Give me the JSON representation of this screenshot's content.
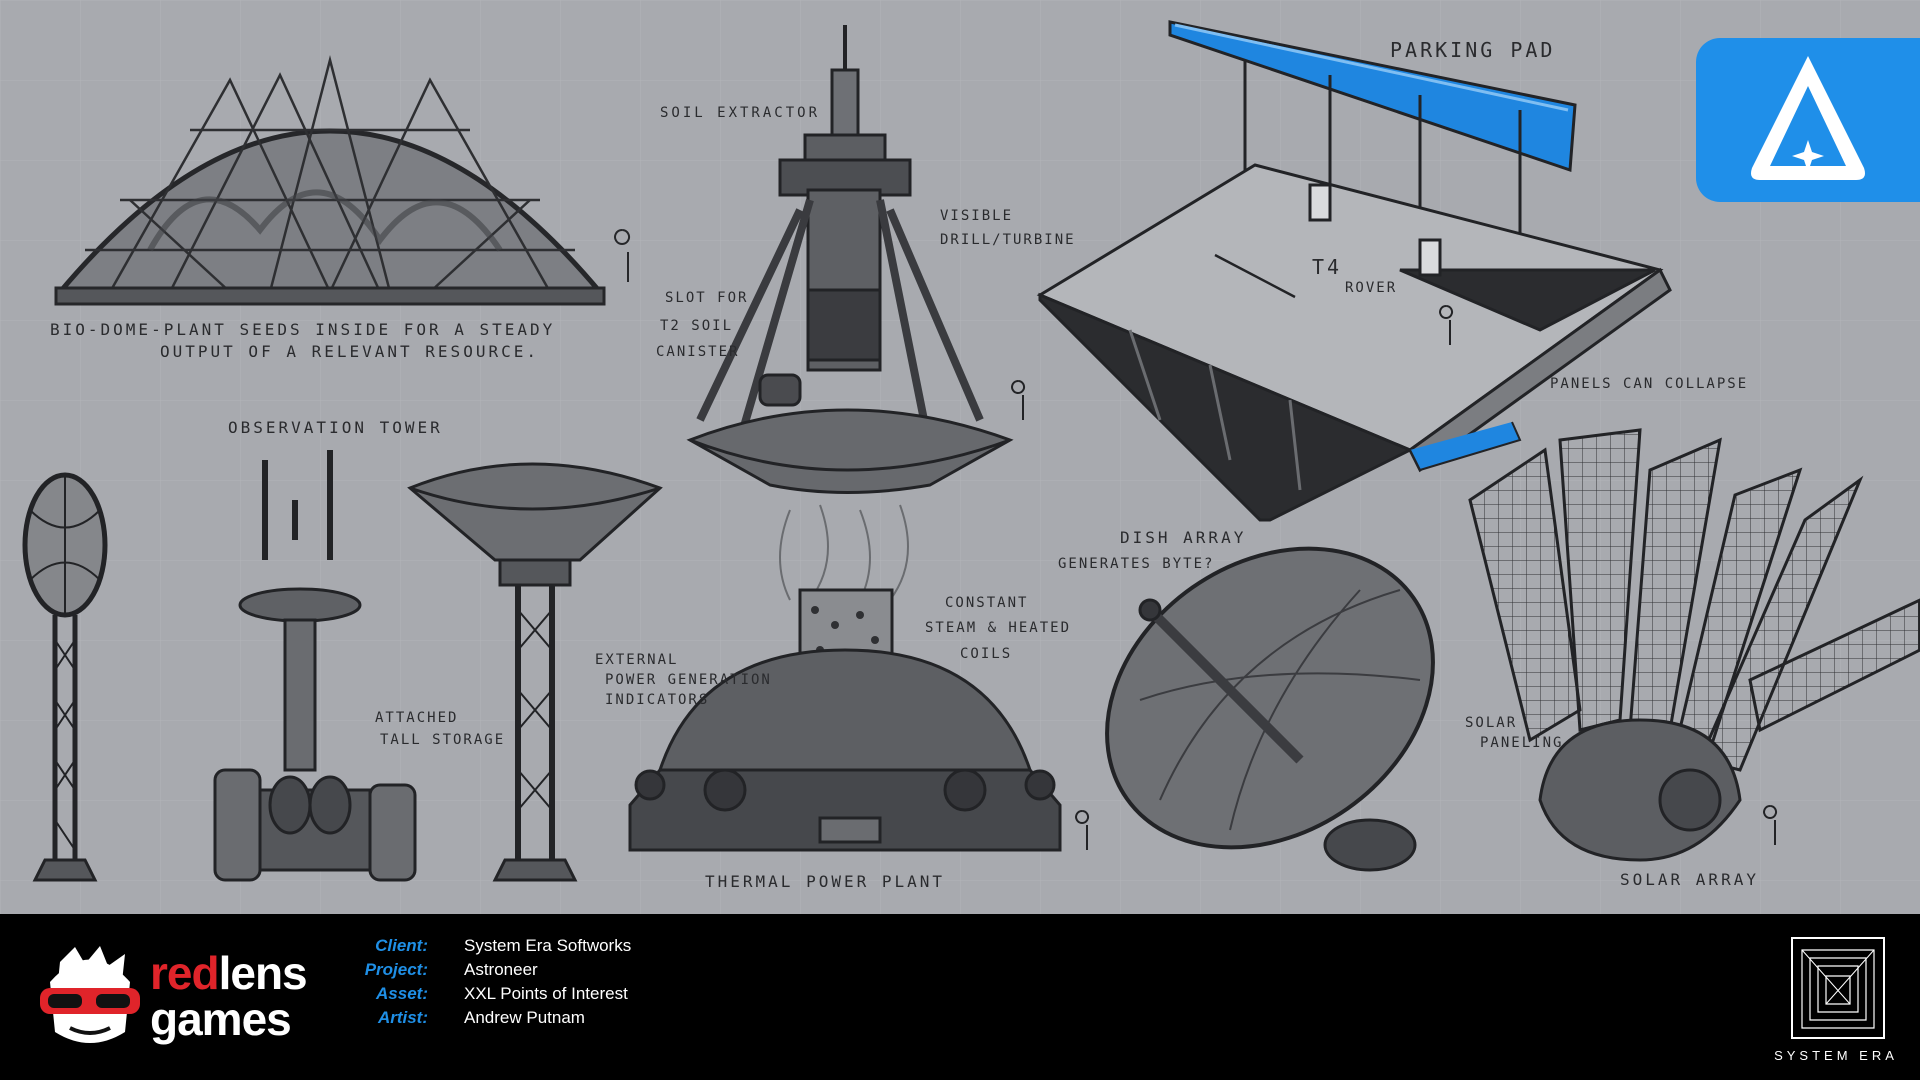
{
  "labels": {
    "biodome": "Bio-Dome-Plant seeds inside for a steady",
    "biodome2": "output of a relevant resource.",
    "soil_extractor": "Soil extractor",
    "slot": "Slot for",
    "slot2": "T2 soil",
    "slot3": "canister",
    "drill": "visible",
    "drill2": "drill/turbine",
    "parking": "Parking pad",
    "rover": "T4",
    "rover2": "Rover",
    "observation": "Observation tower",
    "attached": "attached",
    "attached2": "tall storage",
    "thermal": "Thermal power plant",
    "external": "External",
    "external2": "power generation",
    "external3": "indicators",
    "steam": "constant",
    "steam2": "steam & heated",
    "steam3": "coils",
    "dish": "Dish array",
    "dish2": "generates byte?",
    "panels": "Panels can collapse",
    "solar_paneling": "Solar",
    "solar_paneling2": "paneling",
    "solar": "Solar array"
  },
  "footer": {
    "brand_red": "red",
    "brand_lens": "lens",
    "brand_games": "games",
    "credits": [
      {
        "label": "Client:",
        "value": "System Era Softworks"
      },
      {
        "label": "Project:",
        "value": "Astroneer"
      },
      {
        "label": "Asset:",
        "value": "XXL Points of Interest"
      },
      {
        "label": "Artist:",
        "value": "Andrew Putnam"
      }
    ],
    "system_era": "SYSTEM ERA"
  },
  "colors": {
    "sheet": "#a8aaaf",
    "ink": "#2a2b2e",
    "astroneer_blue": "#1f8fe9",
    "redlens_red": "#e0242a"
  },
  "icons": [
    "astroneer-logo-icon",
    "redlens-mascot-icon",
    "system-era-logo-icon"
  ]
}
